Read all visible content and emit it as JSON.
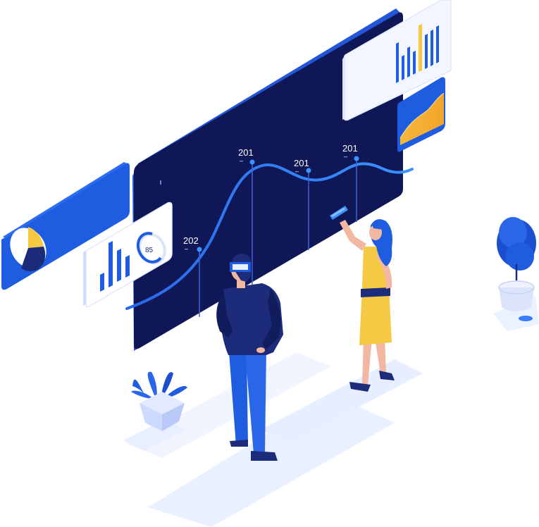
{
  "colors": {
    "board": "#0f1756",
    "board_edge": "#2d5fe0",
    "accent_blue": "#1f5de0",
    "light_blue": "#3a8dff",
    "yellow": "#f6c944",
    "orange": "#f0a52a",
    "shadow": "#e8efff"
  },
  "board": {
    "labels": [
      {
        "text": "202",
        "sub": "–"
      },
      {
        "text": "201",
        "sub": "–"
      },
      {
        "text": "201",
        "sub": "–"
      },
      {
        "text": "201",
        "sub": "–"
      }
    ]
  },
  "widgets": {
    "gauge_value": "85"
  },
  "icons": [
    "pie-chart-icon",
    "bar-chart-icon",
    "gauge-icon",
    "area-chart-icon",
    "phone-icon",
    "plant-icon",
    "tree-icon"
  ]
}
